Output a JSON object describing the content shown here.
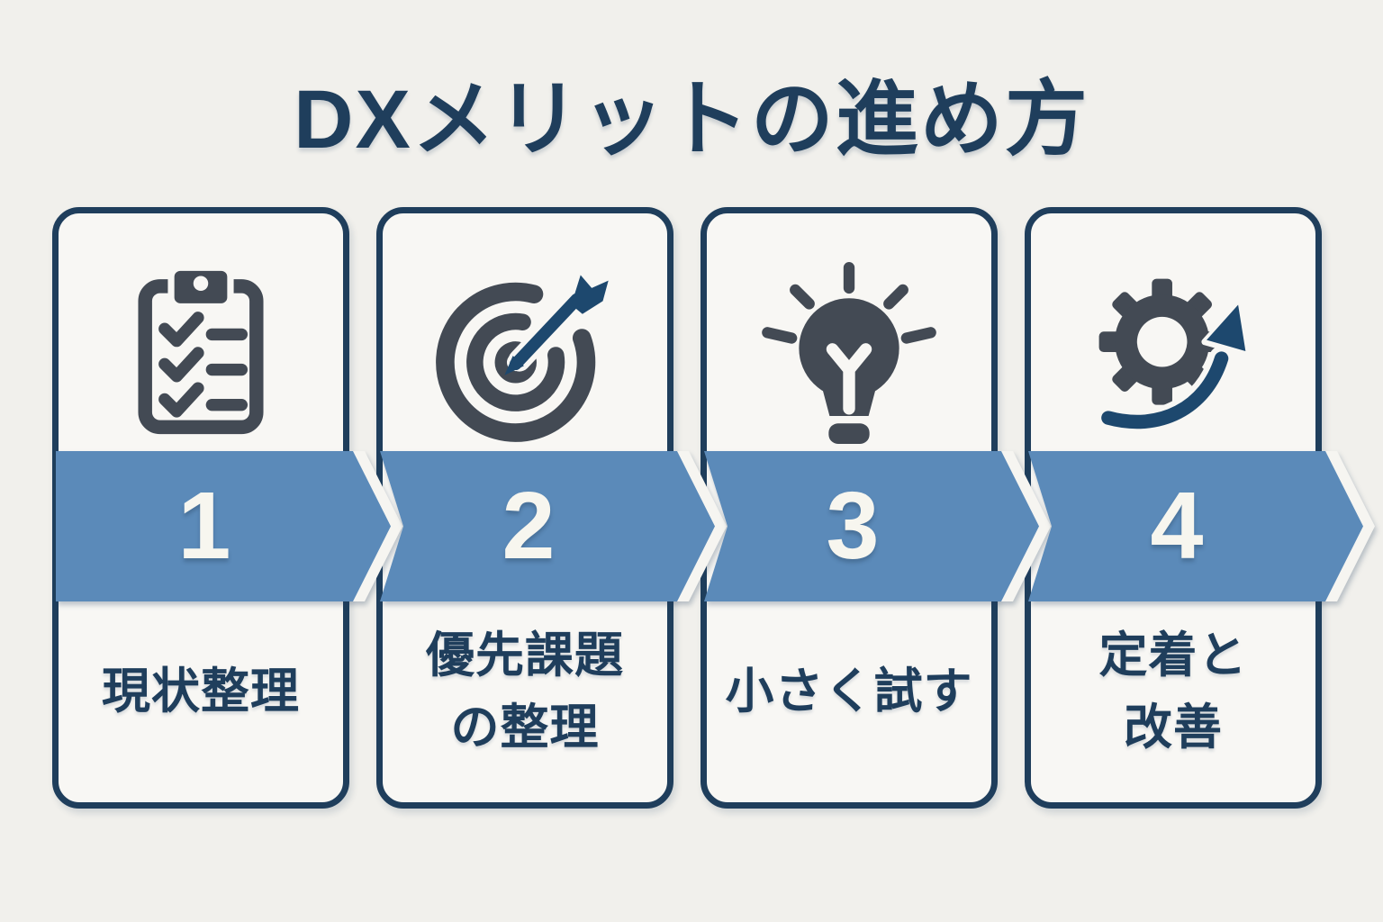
{
  "title": "DXメリットの進め方",
  "colors": {
    "background": "#f1f0ec",
    "card_background": "#f8f7f4",
    "outline_navy": "#1f3e5c",
    "band_blue": "#5b8ab9",
    "icon_slate": "#434a54",
    "icon_navy": "#1d486e",
    "number_white": "#f7f6ef"
  },
  "steps": [
    {
      "number": "1",
      "icon": "clipboard-checklist-icon",
      "label_line1": "現状整理",
      "label_line2": ""
    },
    {
      "number": "2",
      "icon": "target-arrow-icon",
      "label_line1": "優先課題",
      "label_line2": "の整理"
    },
    {
      "number": "3",
      "icon": "lightbulb-icon",
      "label_line1": "小さく試す",
      "label_line2": ""
    },
    {
      "number": "4",
      "icon": "gear-arrow-icon",
      "label_line1": "定着と",
      "label_line2": "改善"
    }
  ]
}
